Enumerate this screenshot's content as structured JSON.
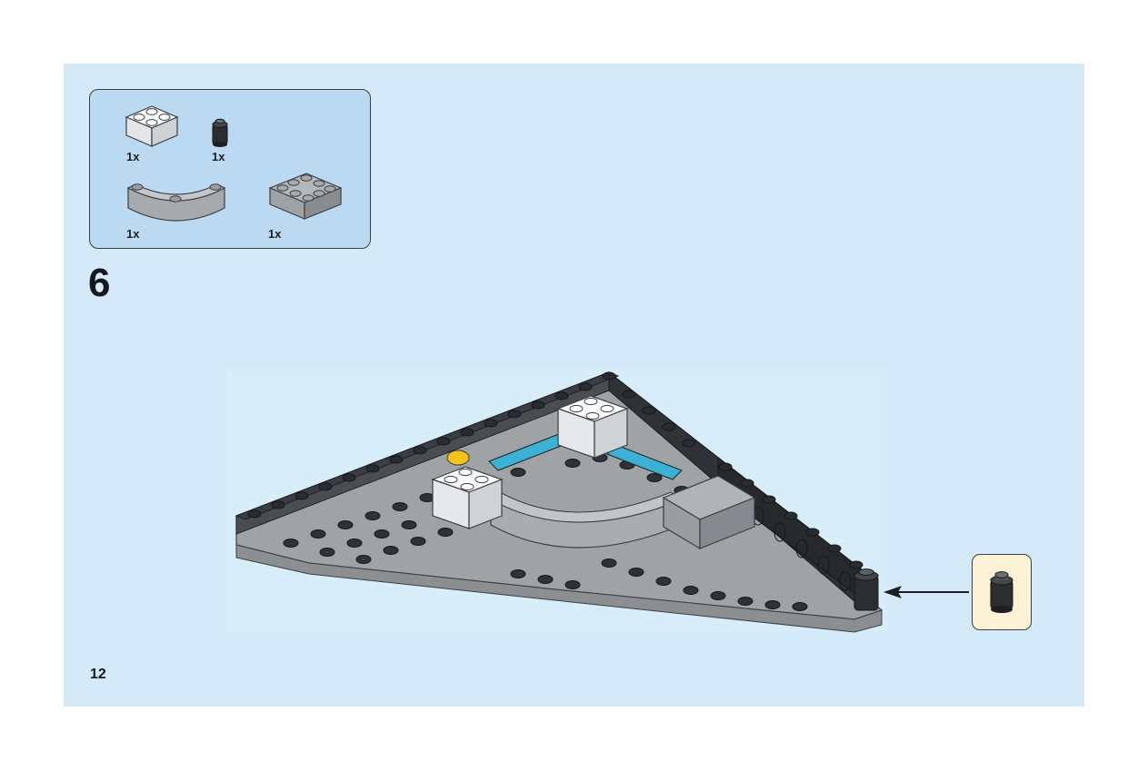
{
  "step": {
    "number": "6"
  },
  "page": {
    "number": "12"
  },
  "parts_list": [
    {
      "part": "white-brick-2x2",
      "color": "#f2f2f2",
      "qty": "1x"
    },
    {
      "part": "black-round-brick-1x1",
      "color": "#2b2b2b",
      "qty": "1x"
    },
    {
      "part": "gray-arch-brick",
      "color": "#a9adb0",
      "qty": "1x"
    },
    {
      "part": "gray-brick-2x3",
      "color": "#a9adb0",
      "qty": "1x"
    }
  ],
  "callout": {
    "part": "black-round-brick-1x1",
    "color": "#2b2b2b"
  },
  "colors": {
    "page_bg": "#d4eaf9",
    "parts_box_bg": "#bcd9f2",
    "callout_bg": "#fdf2d6",
    "plate_gray": "#9ea2a5",
    "dark_brick": "#2d3033",
    "accent_teal": "#3bb2d4",
    "accent_yellow": "#f6c21c"
  }
}
